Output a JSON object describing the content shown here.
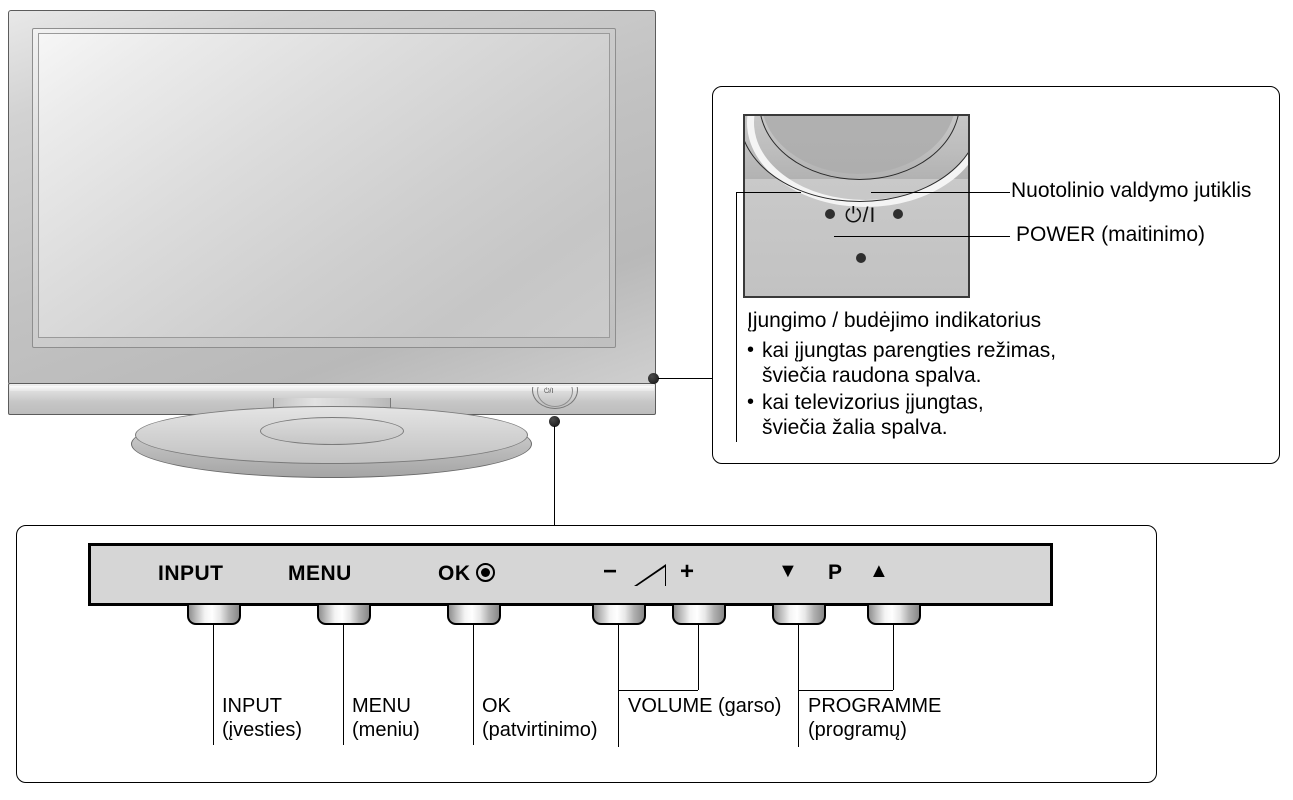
{
  "diagram": {
    "title": "LG TV front panel and controls diagram (Lithuanian)",
    "language": "lt"
  },
  "tv": {
    "power_glyph": "⏻/I",
    "leader_dot_right": "tv-side-indicator-dot",
    "leader_dot_bottom": "tv-controls-indicator-dot"
  },
  "callout": {
    "power_symbol": "⏻/I",
    "labels": [
      {
        "id": "remote-sensor",
        "text": "Nuotolinio valdymo jutiklis"
      },
      {
        "id": "power",
        "text": "POWER (maitinimo)"
      }
    ],
    "indicator": {
      "heading": "Įjungimo / budėjimo indikatorius",
      "bullets": [
        {
          "bullet": "•",
          "line1": "kai įjungtas parengties režimas,",
          "line2": "šviečia raudona spalva."
        },
        {
          "bullet": "•",
          "line1": "kai televizorius įjungtas,",
          "line2": "šviečia žalia spalva."
        }
      ]
    }
  },
  "control_panel": {
    "buttons": [
      {
        "id": "input",
        "panel_label": "INPUT",
        "icon": ""
      },
      {
        "id": "menu",
        "panel_label": "MENU",
        "icon": ""
      },
      {
        "id": "ok",
        "panel_label": "OK",
        "icon": "ok-dot-icon"
      },
      {
        "id": "vol-minus",
        "panel_label": "−",
        "icon": "minus-icon"
      },
      {
        "id": "vol-plus",
        "panel_label": "+",
        "icon": "plus-icon"
      },
      {
        "id": "prog-down",
        "panel_label": "▼",
        "icon": "triangle-down-icon"
      },
      {
        "id": "prog-up",
        "panel_label": "▲",
        "icon": "triangle-up-icon"
      }
    ],
    "volume_icon": "volume-triangle-icon",
    "programme_letter": "P",
    "lower_labels": [
      {
        "id": "input",
        "line1": "INPUT",
        "line2": "(įvesties)"
      },
      {
        "id": "menu",
        "line1": "MENU",
        "line2": "(meniu)"
      },
      {
        "id": "ok",
        "line1": "OK",
        "line2": "(patvirtinimo)"
      },
      {
        "id": "volume",
        "line1": "VOLUME (garso)",
        "line2": ""
      },
      {
        "id": "programme",
        "line1": "PROGRAMME",
        "line2": "(programų)"
      }
    ]
  },
  "colors": {
    "panel_bar": "#d6d6d6",
    "outline": "#000000",
    "tv_body": "#c6c6c6",
    "detail_band": "#bdbdbd"
  }
}
